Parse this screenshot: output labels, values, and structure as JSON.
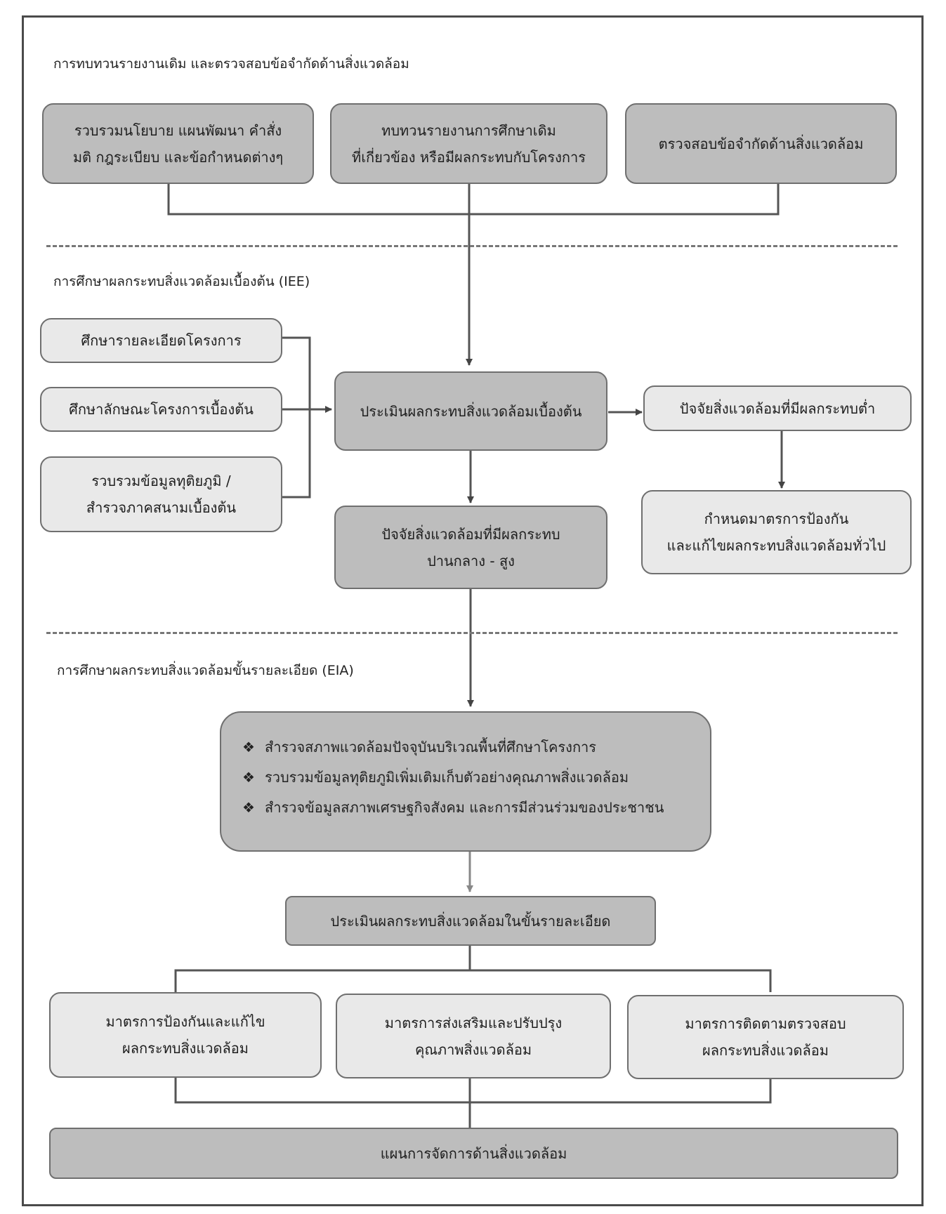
{
  "sections": {
    "review": "การทบทวนรายงานเดิม และตรวจสอบข้อจำกัดด้านสิ่งแวดล้อม",
    "iee": "การศึกษาผลกระทบสิ่งแวดล้อมเบื้องต้น (IEE)",
    "eia": "การศึกษาผลกระทบสิ่งแวดล้อมขั้นรายละเอียด (EIA)"
  },
  "review_boxes": {
    "policy": [
      "รวบรวมนโยบาย แผนพัฒนา คำสั่ง",
      "มติ กฎระเบียบ และข้อกำหนดต่างๆ"
    ],
    "prior_reports": [
      "ทบทวนรายงานการศึกษาเดิม",
      "ที่เกี่ยวข้อง หรือมีผลกระทบกับโครงการ"
    ],
    "constraints": [
      "ตรวจสอบข้อจำกัดด้านสิ่งแวดล้อม"
    ]
  },
  "iee_inputs": {
    "details": [
      "ศึกษารายละเอียดโครงการ"
    ],
    "characteristics": [
      "ศึกษาลักษณะโครงการเบื้องต้น"
    ],
    "secondary_data": [
      "รวบรวมข้อมูลทุติยภูมิ /",
      "สำรวจภาคสนามเบื้องต้น"
    ]
  },
  "iee_assessment": [
    "ประเมินผลกระทบสิ่งแวดล้อมเบื้องต้น"
  ],
  "low_impact": [
    "ปัจจัยสิ่งแวดล้อมที่มีผลกระทบต่ำ"
  ],
  "general_measures": [
    "กำหนดมาตรการป้องกัน",
    "และแก้ไขผลกระทบสิ่งแวดล้อมทั่วไป"
  ],
  "medium_high_impact": [
    "ปัจจัยสิ่งแวดล้อมที่มีผลกระทบ",
    "ปานกลาง - สูง"
  ],
  "eia_activities": {
    "bullet_symbol": "❖",
    "items": [
      "สำรวจสภาพแวดล้อมปัจจุบันบริเวณพื้นที่ศึกษาโครงการ",
      "รวบรวมข้อมูลทุติยภูมิเพิ่มเติมเก็บตัวอย่างคุณภาพสิ่งแวดล้อม",
      "สำรวจข้อมูลสภาพเศรษฐกิจสังคม และการมีส่วนร่วมของประชาชน"
    ]
  },
  "eia_assessment": [
    "ประเมินผลกระทบสิ่งแวดล้อมในขั้นรายละเอียด"
  ],
  "measures": {
    "prevention": [
      "มาตรการป้องกันและแก้ไข",
      "ผลกระทบสิ่งแวดล้อม"
    ],
    "enhancement": [
      "มาตรการส่งเสริมและปรับปรุง",
      "คุณภาพสิ่งแวดล้อม"
    ],
    "monitoring": [
      "มาตรการติดตามตรวจสอบ",
      "ผลกระทบสิ่งแวดล้อม"
    ]
  },
  "management_plan": [
    "แผนการจัดการด้านสิ่งแวดล้อม"
  ]
}
